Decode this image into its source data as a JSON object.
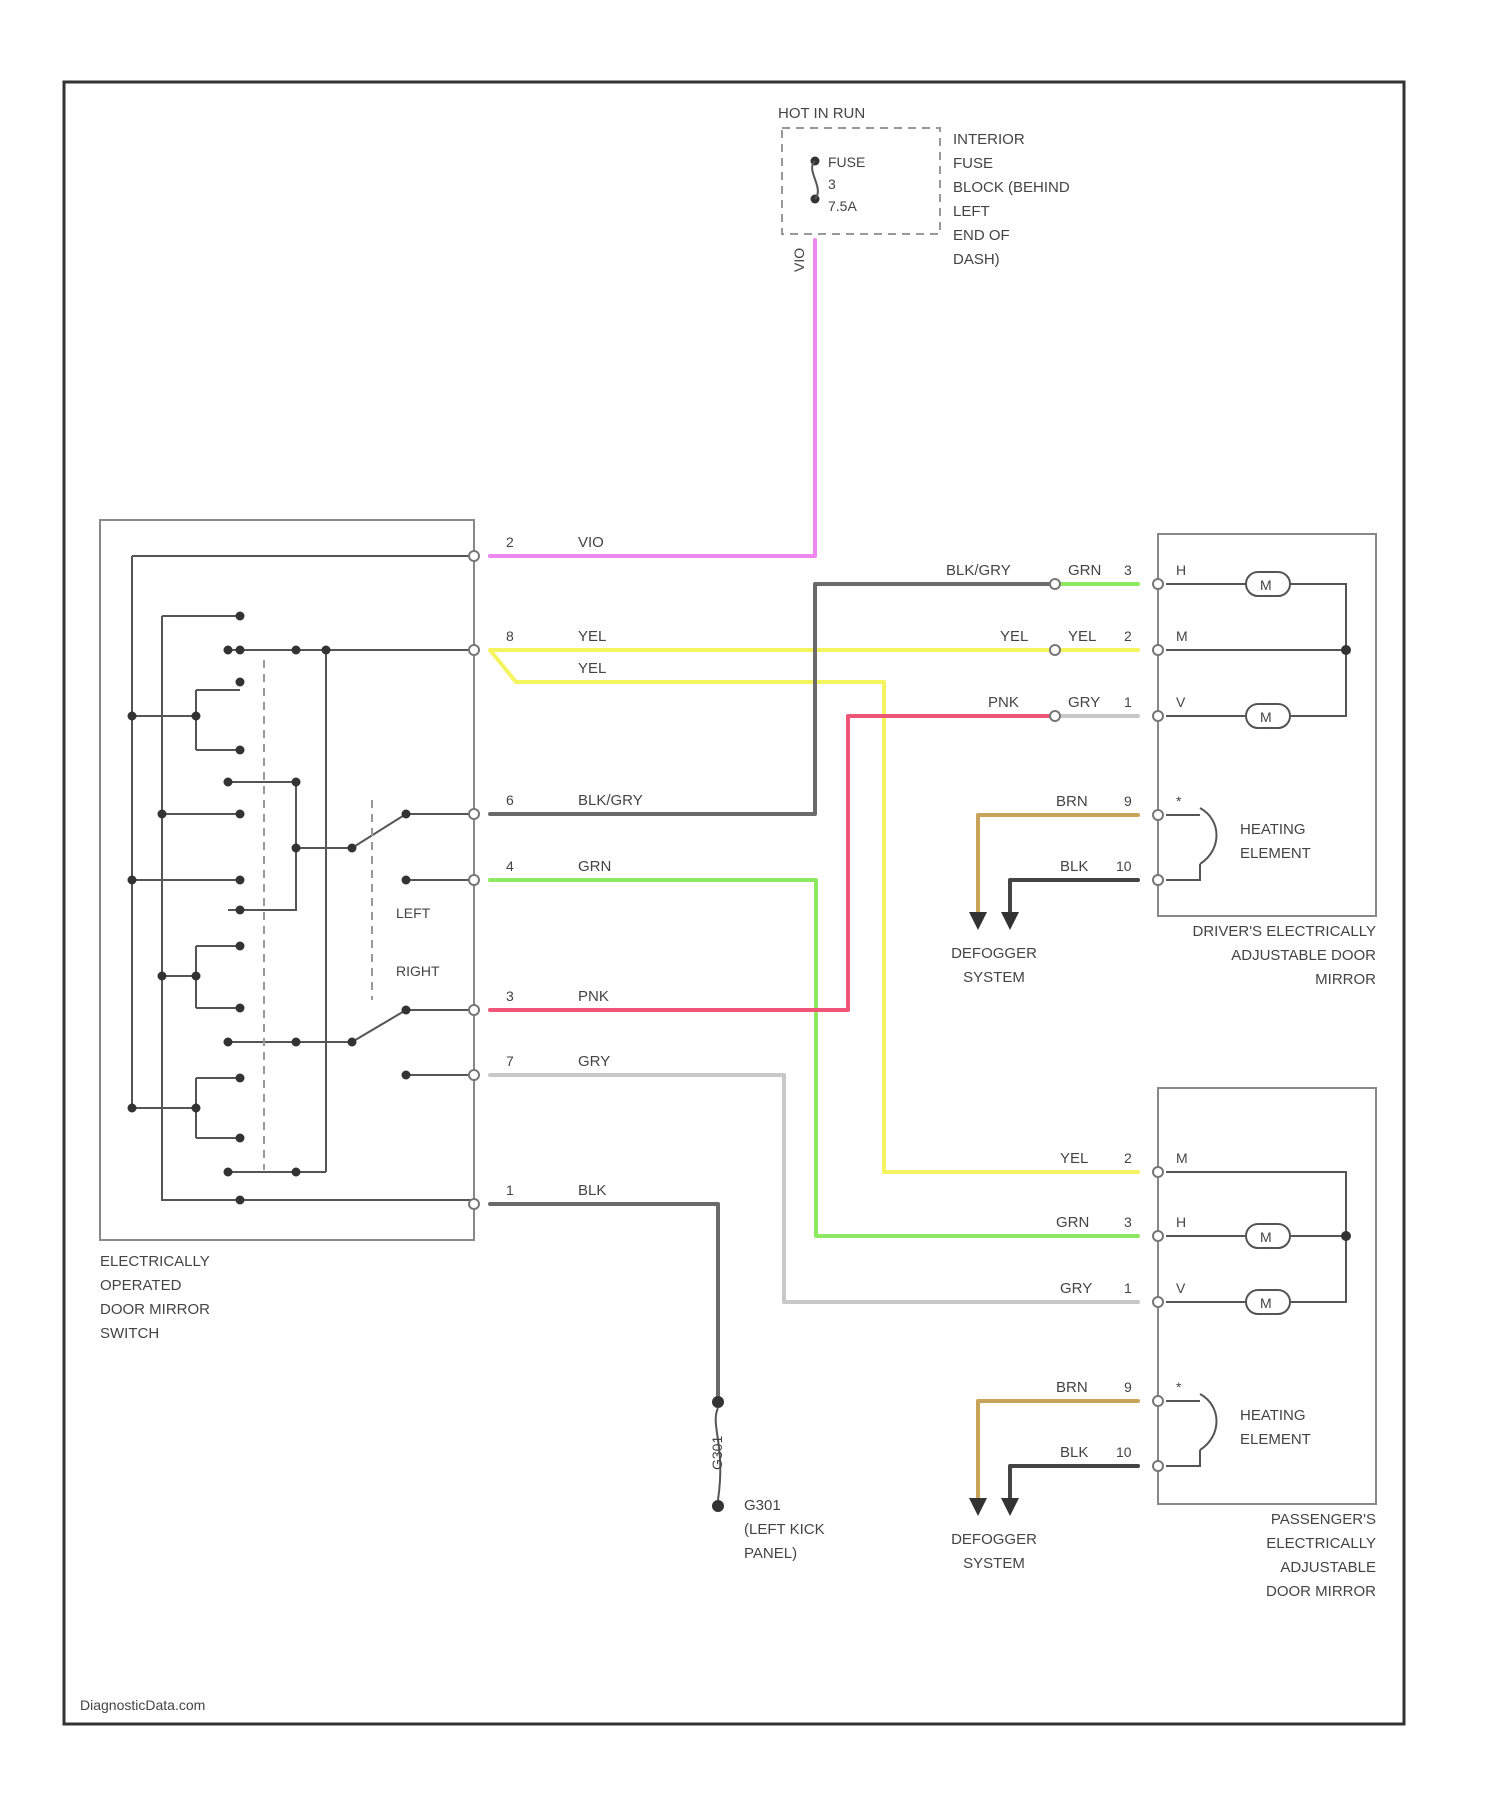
{
  "colors": {
    "violet": "#ee88ee",
    "yellow": "#f4f460",
    "green": "#8ee860",
    "pink": "#ee5577",
    "gray": "#6a6a6a",
    "light_gray": "#c8c8c8",
    "brown": "#c8a45a",
    "black": "#444444"
  },
  "hot_in_run": "HOT IN RUN",
  "fuse": {
    "name": "FUSE",
    "number": "3",
    "rating": "7.5A"
  },
  "fuse_block": [
    "INTERIOR",
    "FUSE",
    "BLOCK (BEHIND",
    "LEFT",
    "END OF",
    "DASH)"
  ],
  "fuse_wire_color": "VIO",
  "switch_label": [
    "ELECTRICALLY",
    "OPERATED",
    "DOOR MIRROR",
    "SWITCH"
  ],
  "switch_positions": {
    "left": "LEFT",
    "right": "RIGHT"
  },
  "switch_pins": [
    {
      "pin": "2",
      "wire": "VIO"
    },
    {
      "pin": "8",
      "wire": "YEL"
    },
    {
      "pin": "6",
      "wire": "BLK/GRY"
    },
    {
      "pin": "4",
      "wire": "GRN"
    },
    {
      "pin": "3",
      "wire": "PNK"
    },
    {
      "pin": "7",
      "wire": "GRY"
    },
    {
      "pin": "1",
      "wire": "BLK"
    }
  ],
  "switch_yel_branch": "YEL",
  "ground": {
    "name": "G301",
    "location": [
      "G301",
      "(LEFT KICK",
      "PANEL)"
    ]
  },
  "drivers_mirror": {
    "label": [
      "DRIVER'S ELECTRICALLY",
      "ADJUSTABLE DOOR",
      "MIRROR"
    ],
    "pins": [
      {
        "in_wire": "BLK/GRY",
        "wire": "GRN",
        "pin": "3",
        "inner": "H"
      },
      {
        "in_wire": "YEL",
        "wire": "YEL",
        "pin": "2",
        "inner": "M"
      },
      {
        "in_wire": "PNK",
        "wire": "GRY",
        "pin": "1",
        "inner": "V"
      },
      {
        "wire": "BRN",
        "pin": "9",
        "inner": "*"
      },
      {
        "wire": "BLK",
        "pin": "10",
        "inner": ""
      }
    ],
    "motor": "M",
    "heating": [
      "HEATING",
      "ELEMENT"
    ],
    "defogger": [
      "DEFOGGER",
      "SYSTEM"
    ]
  },
  "passengers_mirror": {
    "label": [
      "PASSENGER'S",
      "ELECTRICALLY",
      "ADJUSTABLE",
      "DOOR MIRROR"
    ],
    "pins": [
      {
        "wire": "YEL",
        "pin": "2",
        "inner": "M"
      },
      {
        "wire": "GRN",
        "pin": "3",
        "inner": "H"
      },
      {
        "wire": "GRY",
        "pin": "1",
        "inner": "V"
      },
      {
        "wire": "BRN",
        "pin": "9",
        "inner": "*"
      },
      {
        "wire": "BLK",
        "pin": "10",
        "inner": ""
      }
    ],
    "motor": "M",
    "heating": [
      "HEATING",
      "ELEMENT"
    ],
    "defogger": [
      "DEFOGGER",
      "SYSTEM"
    ]
  },
  "watermark": "DiagnosticData.com"
}
